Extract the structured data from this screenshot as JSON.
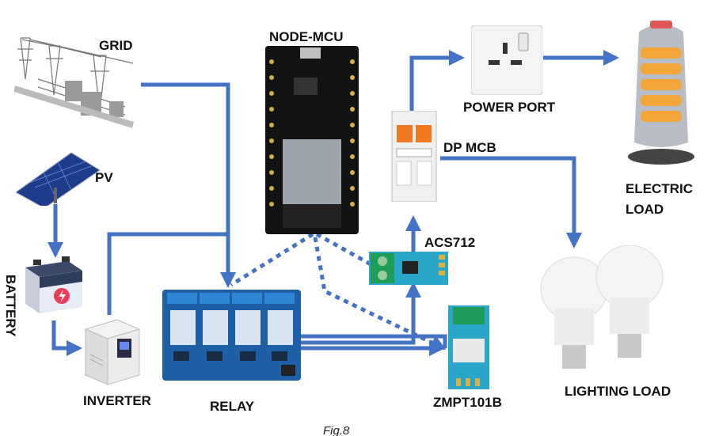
{
  "labels": {
    "grid": "GRID",
    "pv": "PV",
    "battery": "BATTERY",
    "inverter": "INVERTER",
    "relay": "RELAY",
    "node_mcu": "NODE-MCU",
    "acs712": "ACS712",
    "zmpt101b": "ZMPT101B",
    "dp_mcb": "DP MCB",
    "power_port": "POWER PORT",
    "electric_load_1": "ELECTRIC",
    "electric_load_2": "LOAD",
    "lighting_load": "LIGHTING LOAD"
  },
  "caption": "Fig.8",
  "colors": {
    "wire": "#4472c4",
    "relay_board": "#1f5fa8",
    "sensor_board": "#2aa6c8",
    "terminal_green": "#1e9d5a",
    "mcb_orange": "#f07820"
  },
  "icons": [
    "substation-icon",
    "solar-panel-icon",
    "battery-icon",
    "inverter-icon",
    "relay-module-icon",
    "nodemcu-board-icon",
    "acs712-sensor-icon",
    "zmpt101b-sensor-icon",
    "dp-mcb-icon",
    "power-socket-icon",
    "heater-icon",
    "led-bulb-icon"
  ]
}
